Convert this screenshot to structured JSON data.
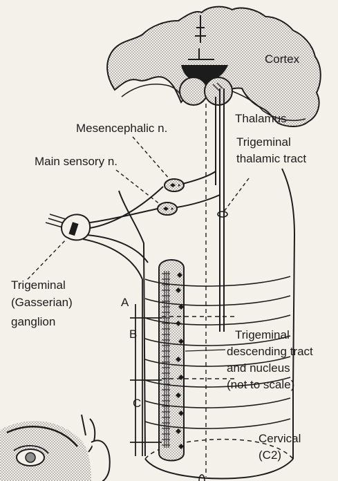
{
  "labels": {
    "cortex": "Cortex",
    "thalamus": "Thalamus",
    "mesencephalic": "Mesencephalic n.",
    "main_sensory": "Main sensory n.",
    "trig_thalamic_1": "Trigeminal",
    "trig_thalamic_2": "thalamic tract",
    "ganglion_1": "Trigeminal",
    "ganglion_2": "(Gasserian)",
    "ganglion_3": "ganglion",
    "a": "A",
    "b": "B",
    "c": "C",
    "descending_1": "Trigeminal",
    "descending_2": "descending tract",
    "descending_3": "and nucleus",
    "descending_4": "(not to scale)",
    "cervical_1": "Cervical",
    "cervical_2": "(C2)"
  },
  "colors": {
    "ink": "#1c1c1c",
    "paper": "#f4f1ea",
    "stipple": "#9a9a9a"
  }
}
